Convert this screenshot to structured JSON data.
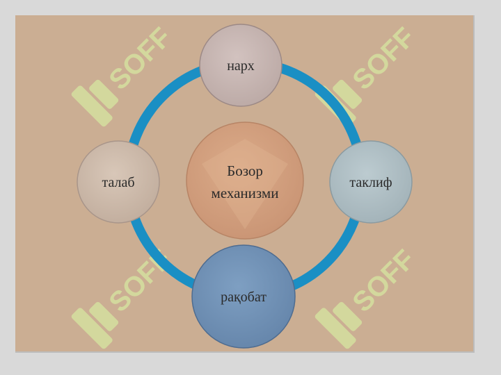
{
  "diagram": {
    "center": {
      "line1": "Бозор",
      "line2": "механизми",
      "color": "#d29f7e"
    },
    "nodes": [
      {
        "id": "top",
        "label": "нарх",
        "color": "#c9b7b3"
      },
      {
        "id": "right",
        "label": "таклиф",
        "color": "#b2c1c6"
      },
      {
        "id": "bottom",
        "label": "рақобат",
        "color": "#7394b8"
      },
      {
        "id": "left",
        "label": "талаб",
        "color": "#d1bfb0"
      }
    ],
    "ring_color": "#1a8fc4",
    "background_color": "#cbae93"
  },
  "watermark": {
    "text": "SOFF",
    "color": "#d6e6a0"
  }
}
